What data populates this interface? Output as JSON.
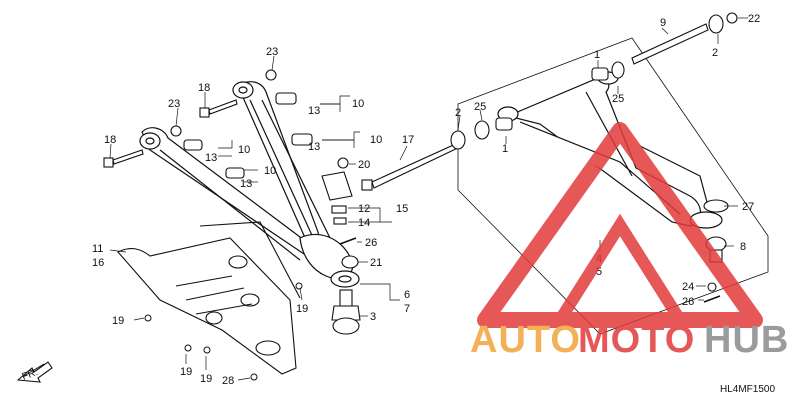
{
  "diagram_code": "HL4MF1500",
  "direction_label": "FR.",
  "watermark": {
    "part1": "AUTO",
    "part2": "MOTO",
    "part3": "HUB"
  },
  "part_numbers": {
    "n1a": "1",
    "n1b": "1",
    "n2a": "2",
    "n2b": "2",
    "n3": "3",
    "n4": "4",
    "n5": "5",
    "n6": "6",
    "n7": "7",
    "n8": "8",
    "n9": "9",
    "n10a": "10",
    "n10b": "10",
    "n10c": "10",
    "n10d": "10",
    "n11": "11",
    "n12": "12",
    "n13a": "13",
    "n13b": "13",
    "n13c": "13",
    "n13d": "13",
    "n14": "14",
    "n15": "15",
    "n16": "16",
    "n17": "17",
    "n18a": "18",
    "n18b": "18",
    "n19a": "19",
    "n19b": "19",
    "n19c": "19",
    "n19d": "19",
    "n20": "20",
    "n21": "21",
    "n22": "22",
    "n23a": "23",
    "n23b": "23",
    "n24": "24",
    "n25a": "25",
    "n25b": "25",
    "n26a": "26",
    "n26b": "26",
    "n27": "27",
    "n28": "28"
  },
  "colors": {
    "line": "#111111",
    "watermark_red": "#e23b3b",
    "watermark_orange": "#f2a33a",
    "watermark_grey": "#8a8a8a"
  }
}
